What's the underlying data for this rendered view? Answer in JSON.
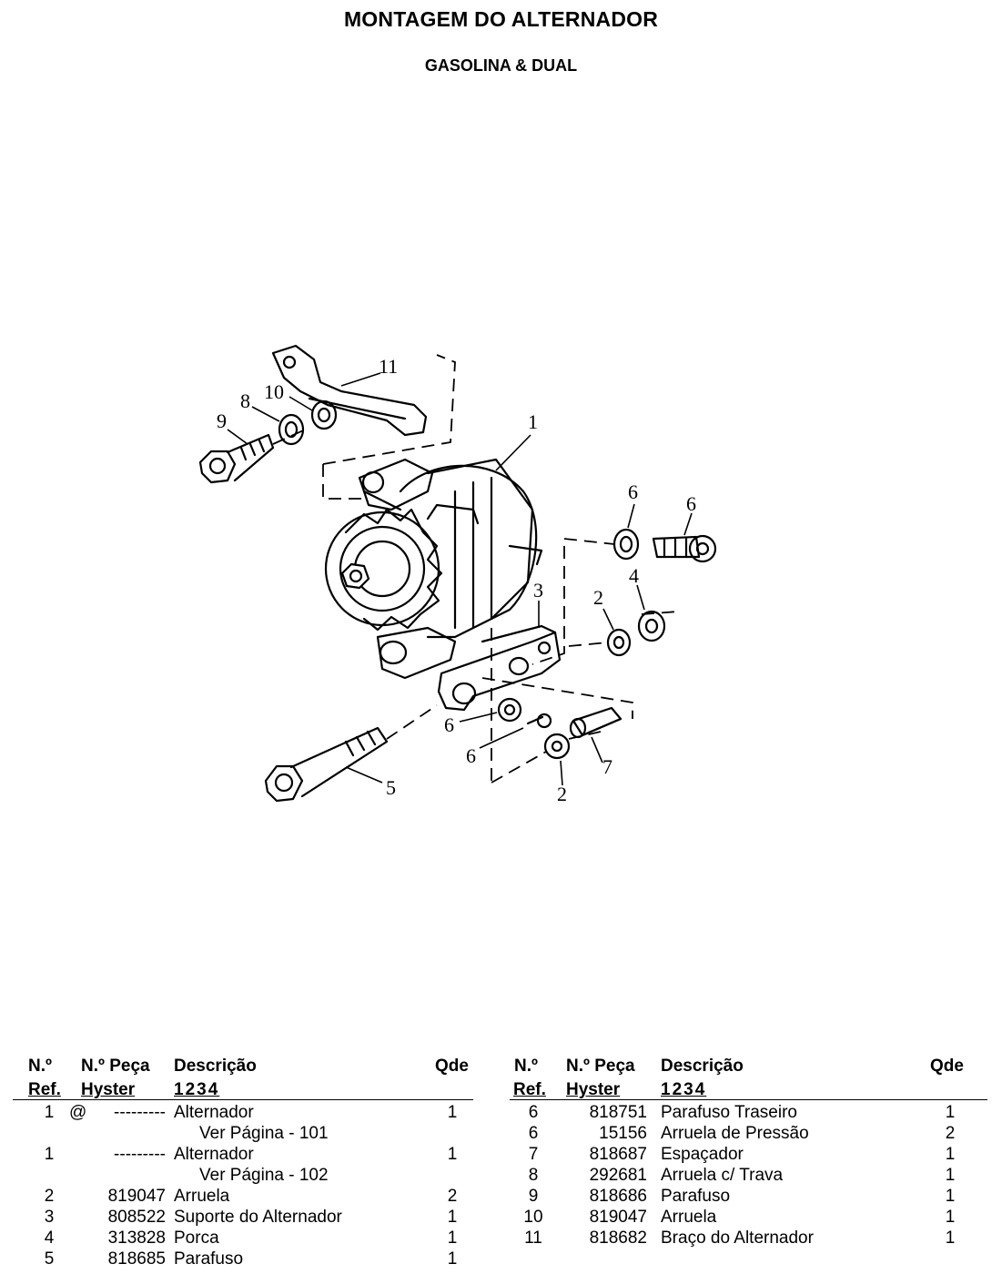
{
  "page": {
    "title": "MONTAGEM DO ALTERNADOR",
    "subtitle": "GASOLINA & DUAL"
  },
  "diagram": {
    "callouts": [
      "1",
      "2",
      "2",
      "3",
      "4",
      "5",
      "6",
      "6",
      "6",
      "6",
      "7",
      "8",
      "9",
      "10",
      "11"
    ]
  },
  "table_headers": {
    "ref_line1": "N.º",
    "ref_line2": "Ref.",
    "part_line1": "N.º Peça",
    "part_line2": "Hyster",
    "desc_line1": "Descrição",
    "desc_line2": "1234",
    "qty": "Qde"
  },
  "left_table": [
    {
      "ref": "1",
      "mark": "@",
      "part": "---------",
      "desc": "Alternador",
      "qty": "1"
    },
    {
      "ref": "",
      "mark": "",
      "part": "",
      "desc": "Ver Página - 101",
      "qty": ""
    },
    {
      "ref": "1",
      "mark": "",
      "part": "---------",
      "desc": "Alternador",
      "qty": "1"
    },
    {
      "ref": "",
      "mark": "",
      "part": "",
      "desc": "Ver Página - 102",
      "qty": ""
    },
    {
      "ref": "2",
      "mark": "",
      "part": "819047",
      "desc": "Arruela",
      "qty": "2"
    },
    {
      "ref": "3",
      "mark": "",
      "part": "808522",
      "desc": "Suporte do Alternador",
      "qty": "1"
    },
    {
      "ref": "4",
      "mark": "",
      "part": "313828",
      "desc": "Porca",
      "qty": "1"
    },
    {
      "ref": "5",
      "mark": "",
      "part": "818685",
      "desc": "Parafuso",
      "qty": "1"
    }
  ],
  "right_table": [
    {
      "ref": "6",
      "part": "818751",
      "desc": "Parafuso Traseiro",
      "qty": "1"
    },
    {
      "ref": "6",
      "part": "15156",
      "desc": "Arruela de Pressão",
      "qty": "2"
    },
    {
      "ref": "7",
      "part": "818687",
      "desc": "Espaçador",
      "qty": "1"
    },
    {
      "ref": "8",
      "part": "292681",
      "desc": "Arruela c/ Trava",
      "qty": "1"
    },
    {
      "ref": "9",
      "part": "818686",
      "desc": "Parafuso",
      "qty": "1"
    },
    {
      "ref": "10",
      "part": "819047",
      "desc": "Arruela",
      "qty": "1"
    },
    {
      "ref": "11",
      "part": "818682",
      "desc": "Braço do Alternador",
      "qty": "1"
    }
  ]
}
